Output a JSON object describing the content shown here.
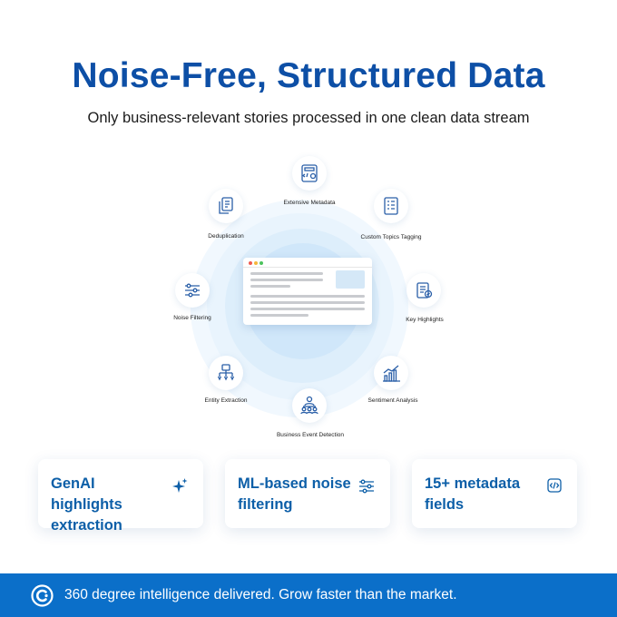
{
  "header": {
    "title": "Noise-Free, Structured Data",
    "subtitle": "Only business-relevant stories processed in one clean data stream"
  },
  "diagram": {
    "nodes": [
      {
        "label": "Extensive Metadata",
        "icon": "metadata-document-icon"
      },
      {
        "label": "Custom Topics Tagging",
        "icon": "checklist-icon"
      },
      {
        "label": "Key Highlights",
        "icon": "highlight-document-icon"
      },
      {
        "label": "Sentiment Analysis",
        "icon": "bar-chart-trend-icon"
      },
      {
        "label": "Business Event Detection",
        "icon": "presenter-group-icon"
      },
      {
        "label": "Entity Extraction",
        "icon": "extraction-tree-icon"
      },
      {
        "label": "Noise Filtering",
        "icon": "sliders-icon"
      },
      {
        "label": "Deduplication",
        "icon": "duplicate-document-icon"
      }
    ]
  },
  "features": [
    {
      "text": "GenAI highlights extraction",
      "icon": "sparkle-icon"
    },
    {
      "text": "ML-based noise filtering",
      "icon": "sliders-icon"
    },
    {
      "text": "15+ metadata fields",
      "icon": "code-file-icon"
    }
  ],
  "footer": {
    "text": "360 degree intelligence delivered. Grow faster than the market.",
    "logo": "brand-logo-icon"
  },
  "colors": {
    "title": "#0d4fa6",
    "accent": "#0d5fa8",
    "footer_bg": "#0b6fc9",
    "icon": "#2a5fa8"
  }
}
